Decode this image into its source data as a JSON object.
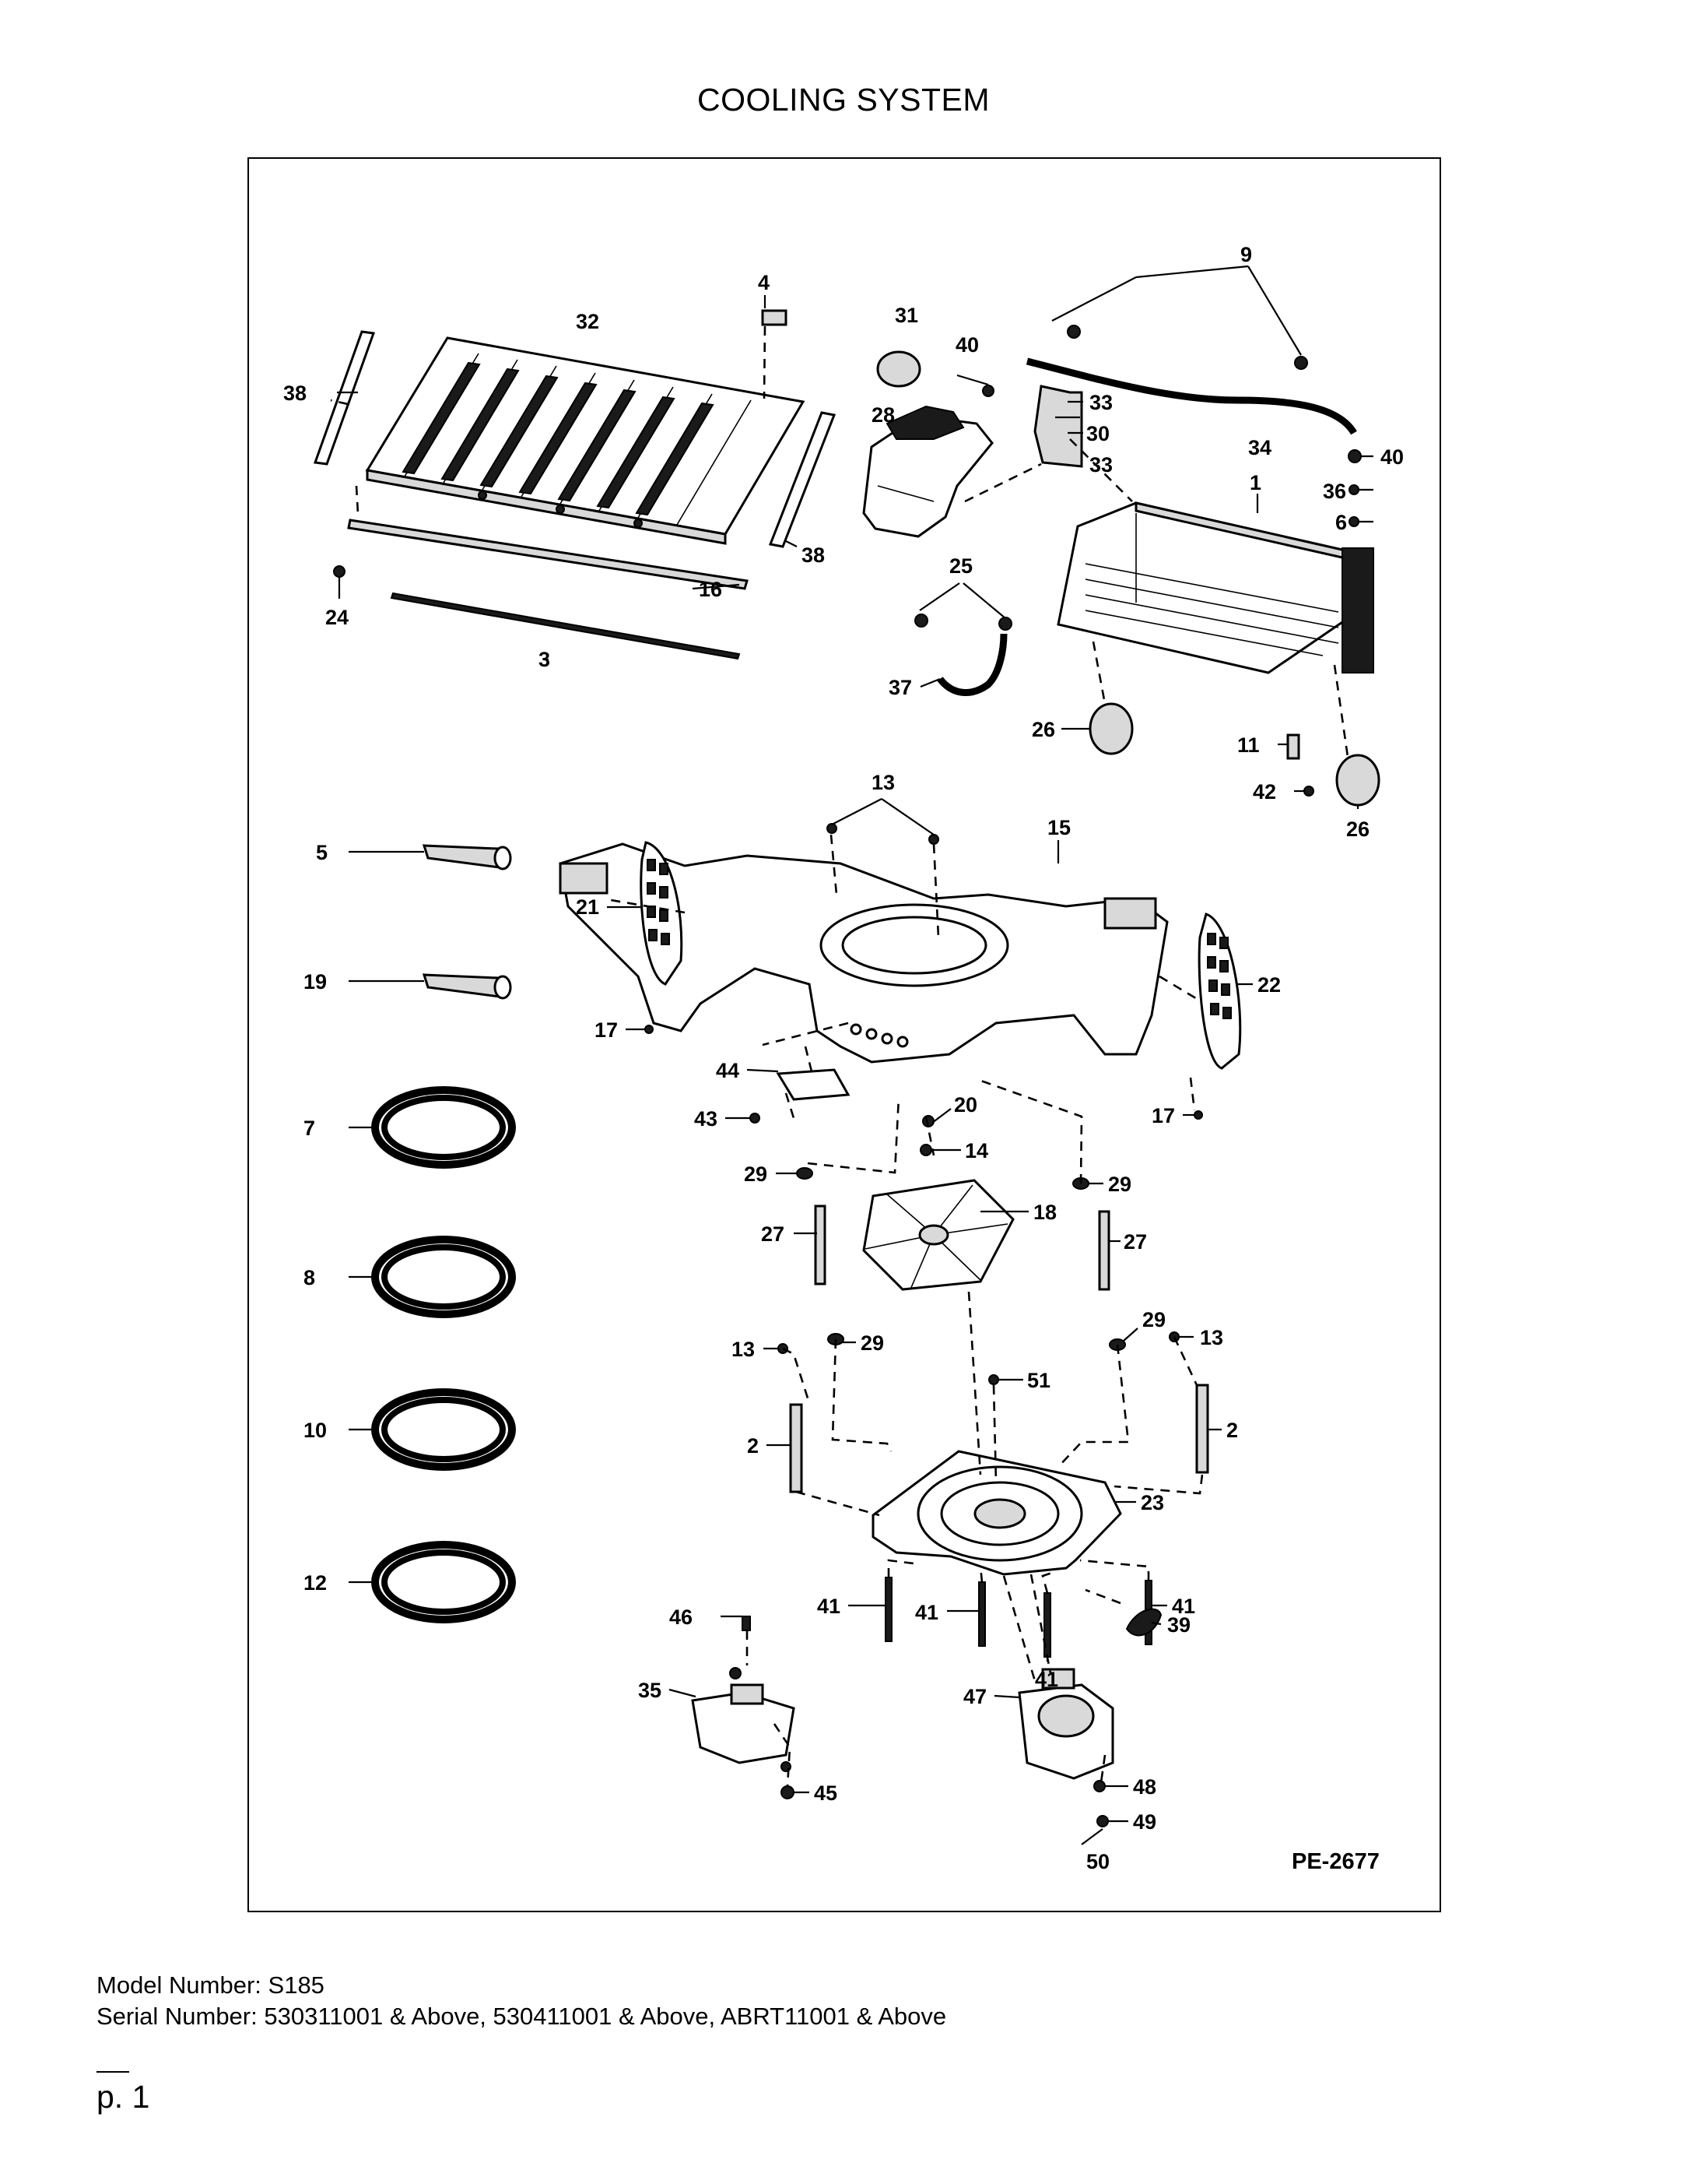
{
  "page": {
    "title": "COOLING SYSTEM",
    "reference_code": "PE-2677",
    "model_line": "Model Number: S185",
    "serial_line": "Serial Number: 530311001 & Above, 530411001 & Above, ABRT11001 & Above",
    "page_number": "p. 1"
  },
  "callouts": {
    "c1": "1",
    "c2": "2",
    "c3": "3",
    "c4": "4",
    "c5": "5",
    "c6": "6",
    "c7": "7",
    "c8": "8",
    "c9": "9",
    "c10": "10",
    "c11": "11",
    "c12": "12",
    "c13": "13",
    "c14": "14",
    "c15": "15",
    "c16": "16",
    "c17": "17",
    "c18": "18",
    "c19": "19",
    "c20": "20",
    "c21": "21",
    "c22": "22",
    "c23": "23",
    "c24": "24",
    "c25": "25",
    "c26": "26",
    "c27": "27",
    "c28": "28",
    "c29": "29",
    "c30": "30",
    "c31": "31",
    "c32": "32",
    "c33": "33",
    "c34": "34",
    "c35": "35",
    "c36": "36",
    "c37": "37",
    "c38": "38",
    "c39": "39",
    "c40": "40",
    "c41": "41",
    "c42": "42",
    "c43": "43",
    "c44": "44",
    "c45": "45",
    "c46": "46",
    "c47": "47",
    "c48": "48",
    "c49": "49",
    "c50": "50",
    "c51": "51"
  }
}
